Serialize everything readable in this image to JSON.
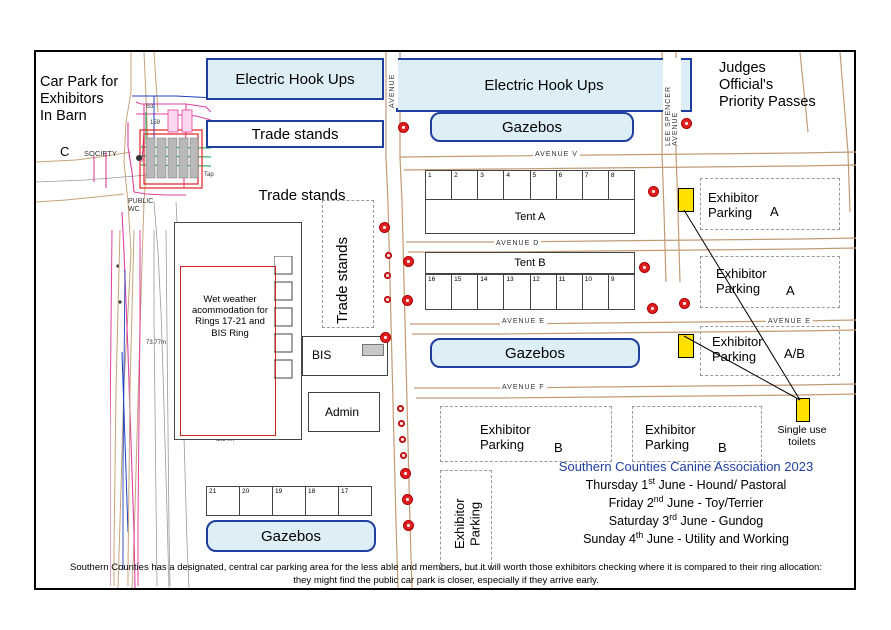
{
  "plan": {
    "title_block": {
      "heading": "Southern Counties Canine Association 2023",
      "lines": [
        "Thursday 1st June - Hound/ Pastoral",
        "Friday 2nd June - Toy/Terrier",
        "Saturday 3rd June - Gundog",
        "Sunday 4th June - Utility and Working"
      ]
    },
    "footnote": "Southern Counties has a designated, central car parking area for the less able and members, but it will worth those exhibitors checking where it is compared to their ring allocation: they might find the public car park is closer, especially if they arrive early.",
    "facilities": [
      {
        "id": "electric-hook-ups-left",
        "label": "Electric Hook Ups"
      },
      {
        "id": "electric-hook-ups-right",
        "label": "Electric Hook Ups"
      },
      {
        "id": "gazebos-top",
        "label": "Gazebos"
      },
      {
        "id": "gazebos-middle",
        "label": "Gazebos"
      },
      {
        "id": "gazebos-bottom",
        "label": "Gazebos"
      },
      {
        "id": "trade-stands-top",
        "label": "Trade stands"
      },
      {
        "id": "trade-stands-middle",
        "label": "Trade stands"
      },
      {
        "id": "trade-stands-vertical",
        "label": "Trade stands"
      },
      {
        "id": "bis",
        "label": "BIS"
      },
      {
        "id": "admin",
        "label": "Admin"
      },
      {
        "id": "tent-a",
        "label": "Tent A"
      },
      {
        "id": "tent-b",
        "label": "Tent B"
      }
    ],
    "labels": {
      "car_park": "Car Park for\nExhibitors\nIn Barn",
      "judges": "Judges\nOfficial's\nPriority Passes",
      "wet_weather": "Wet weather\nacommodation for\nRings 17-21 and\nBIS Ring",
      "public_wc": "PUBLIC\nWC",
      "society": "SOCIETY",
      "single_use_toilets": "Single use\ntoilets",
      "marker_c": "C"
    },
    "exhibitor_parking": [
      {
        "id": "parking-a-1",
        "label": "Exhibitor\nParking",
        "zone": "A"
      },
      {
        "id": "parking-a-2",
        "label": "Exhibitor\nParking",
        "zone": "A"
      },
      {
        "id": "parking-ab",
        "label": "Exhibitor\nParking",
        "zone": "A/B"
      },
      {
        "id": "parking-b-1",
        "label": "Exhibitor\nParking",
        "zone": "B"
      },
      {
        "id": "parking-b-2",
        "label": "Exhibitor\nParking",
        "zone": "B"
      },
      {
        "id": "parking-vertical",
        "label": "Exhibitor\nParking",
        "zone": ""
      }
    ],
    "avenues": [
      {
        "id": "avenue-v",
        "label": "AVENUE V"
      },
      {
        "id": "avenue-d",
        "label": "AVENUE D"
      },
      {
        "id": "avenue-e-left",
        "label": "AVENUE E"
      },
      {
        "id": "avenue-e-right",
        "label": "AVENUE  E"
      },
      {
        "id": "avenue-f",
        "label": "AVENUE F"
      },
      {
        "id": "avenue-vertical",
        "label": "AVENUE"
      },
      {
        "id": "lee-spencer-avenue",
        "label": "LEE SPENCER AVENUE"
      }
    ],
    "rings": {
      "tent_a_row": [
        "1",
        "2",
        "3",
        "4",
        "5",
        "6",
        "7",
        "8"
      ],
      "tent_b_row": [
        "16",
        "15",
        "14",
        "13",
        "12",
        "11",
        "10",
        "9"
      ],
      "bottom_row": [
        "21",
        "20",
        "19",
        "18",
        "17"
      ]
    },
    "site_plan_notes": {
      "n1": "159",
      "n2": "B3",
      "n3": "Tap",
      "n4": "73.77m",
      "n5": "43.24m"
    },
    "colors": {
      "facility_border": "#1f3f9e",
      "facility_fill": "#ddeef7",
      "fire_point": "#e02020",
      "toilet": "#ffe000",
      "road": "#b98f6a",
      "title_heading": "#1f3f9e"
    }
  }
}
